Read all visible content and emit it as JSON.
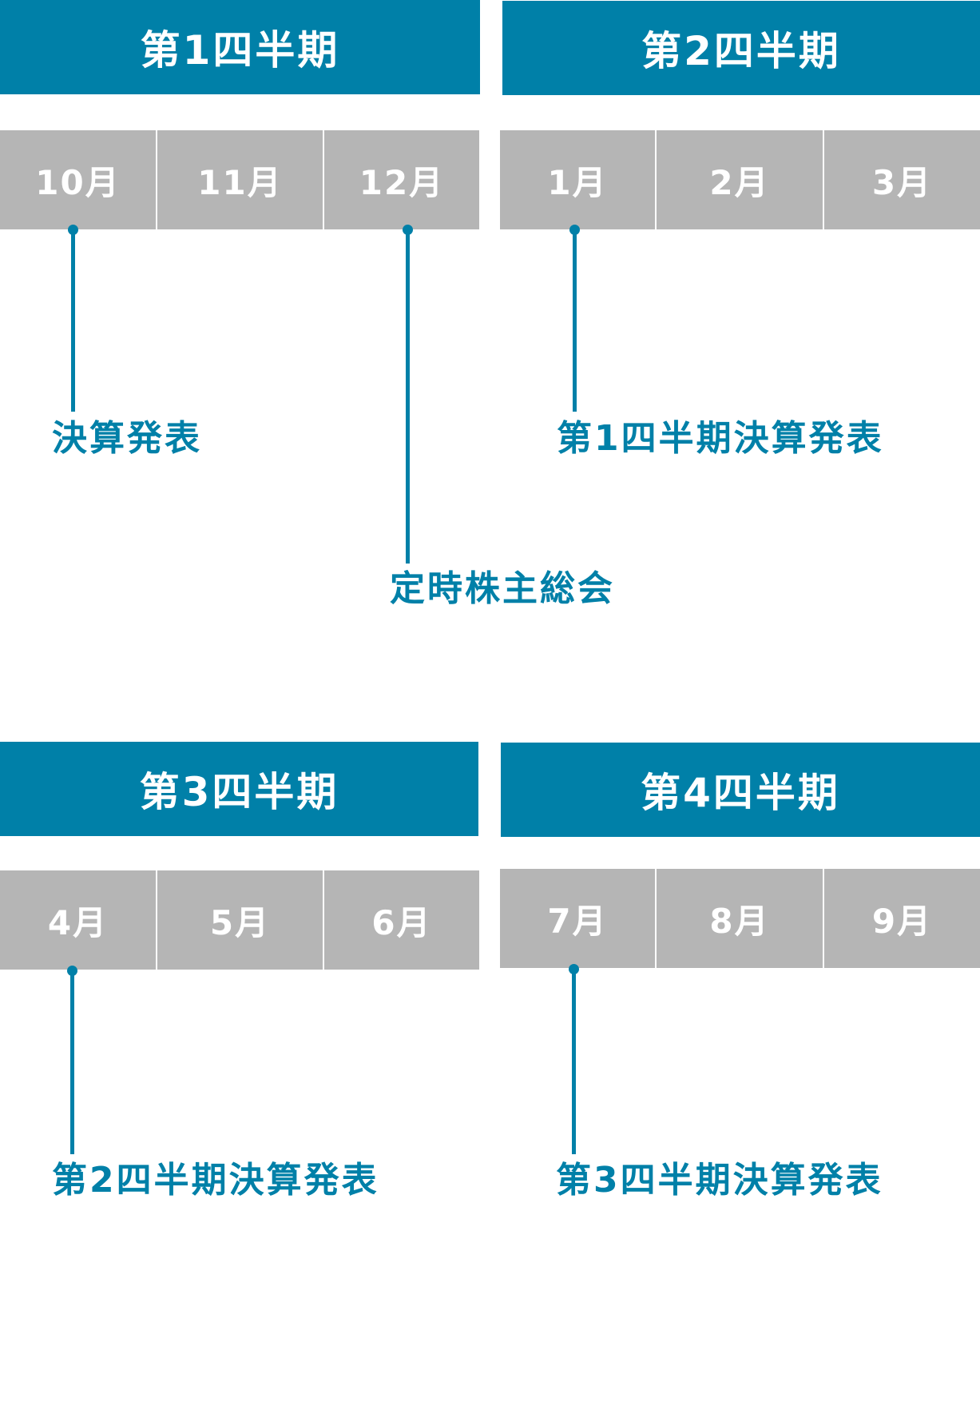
{
  "quarters": [
    {
      "title": "第1四半期",
      "months": [
        "10月",
        "11月",
        "12月"
      ]
    },
    {
      "title": "第2四半期",
      "months": [
        "1月",
        "2月",
        "3月"
      ]
    },
    {
      "title": "第3四半期",
      "months": [
        "4月",
        "5月",
        "6月"
      ]
    },
    {
      "title": "第4四半期",
      "months": [
        "7月",
        "8月",
        "9月"
      ]
    }
  ],
  "events": [
    {
      "month": "10月",
      "label": "決算発表"
    },
    {
      "month": "12月",
      "label": "定時株主総会"
    },
    {
      "month": "1月",
      "label": "第1四半期決算発表"
    },
    {
      "month": "4月",
      "label": "第2四半期決算発表"
    },
    {
      "month": "7月",
      "label": "第3四半期決算発表"
    }
  ],
  "colors": {
    "accent": "#0080a8",
    "month_bg": "#b5b5b5"
  }
}
